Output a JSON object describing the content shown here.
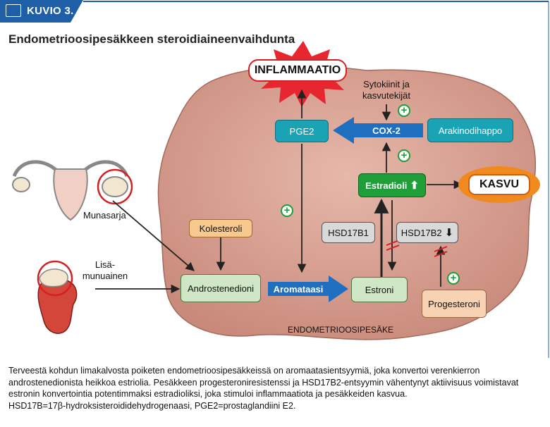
{
  "header": {
    "label": "KUVIO 3.",
    "icon": "image-icon"
  },
  "title": "Endometrioosipesäkkeen steroidiaineenvaihdunta",
  "nodes": {
    "inflammaatio": "INFLAMMAATIO",
    "pge2": "PGE2",
    "cox2": "COX-2",
    "arakinodihappo": "Arakinodihappo",
    "sytokiinit": "Sytokiinit ja kasvutekijät",
    "estradioli": "Estradioli",
    "kasvu": "KASVU",
    "kolesteroli": "Kolesteroli",
    "androstenedioni": "Androstenedioni",
    "aromataasi": "Aromataasi",
    "estroni": "Estroni",
    "hsd17b1": "HSD17B1",
    "hsd17b2": "HSD17B2",
    "progesteroni": "Progesteroni",
    "munasarja": "Munasarja",
    "lisamunuainen": "Lisä-munuainen",
    "pesake": "ENDOMETRIOOSIPESÄKE"
  },
  "colors": {
    "lesion": "#d9a497",
    "header": "#1f5fa8",
    "arrow_blue": "#1f6fc0",
    "plus_green": "#1f9e3a",
    "inhibit_red": "#d42020"
  },
  "caption": {
    "p1": "Terveestä kohdun limakalvosta poiketen endometrioosipesäkkeissä on aromaatasientsyymiä, joka konvertoi verenkierron androstenedionista heikkoa estriolia. Pesäkkeen progesteroniresistenssi ja HSD17B2-entsyymin vähentynyt aktiivisuus voimistavat estronin konvertointia potentimmaksi estradioliksi, joka stimuloi inflammaatiota ja pesäkkeiden kasvua.",
    "p2": "HSD17B=17β-hydroksisteroididehydrogenaasi, PGE2=prostaglandiini E2."
  }
}
